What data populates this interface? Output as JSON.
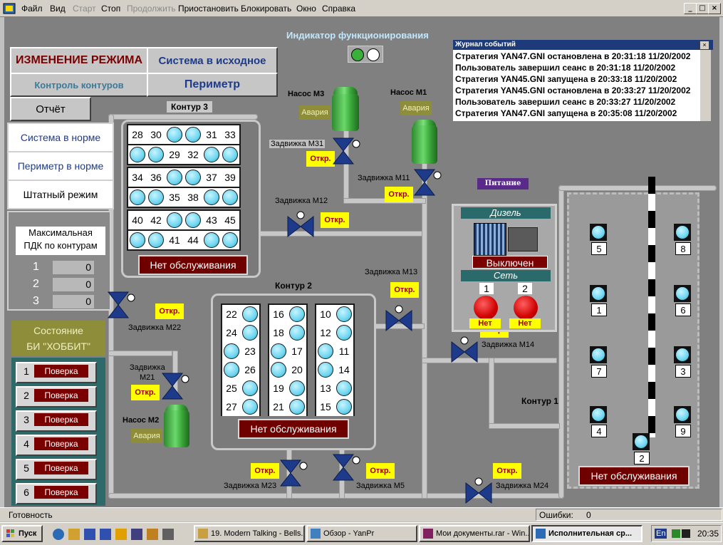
{
  "menubar": {
    "items": [
      {
        "label": "Файл",
        "disabled": false
      },
      {
        "label": "Вид",
        "disabled": false
      },
      {
        "label": "Старт",
        "disabled": true
      },
      {
        "label": "Стоп",
        "disabled": false
      },
      {
        "label": "Продолжить",
        "disabled": true
      },
      {
        "label": "Приостановить",
        "disabled": false
      },
      {
        "label": "Блокировать",
        "disabled": false
      },
      {
        "label": "Окно",
        "disabled": false
      },
      {
        "label": "Справка",
        "disabled": false
      }
    ],
    "window_buttons": [
      "_",
      "□",
      "×"
    ]
  },
  "buttons": {
    "mode_change": "ИЗМЕНЕНИЕ РЕЖИМА",
    "reset": "Система в исходное",
    "contour_control": "Контроль контуров",
    "perimeter": "Периметр",
    "report": "Отчёт"
  },
  "status": {
    "system_ok": "Система в норме",
    "perimeter_ok": "Периметр в норме",
    "regular_mode": "Штатный режим"
  },
  "pdk": {
    "title_line1": "Максимальная",
    "title_line2": "ПДК по контурам",
    "rows": [
      {
        "num": "1",
        "value": "0"
      },
      {
        "num": "2",
        "value": "0"
      },
      {
        "num": "3",
        "value": "0"
      }
    ]
  },
  "bi": {
    "title_line1": "Состояние",
    "title_line2": "БИ \"ХОББИТ\"",
    "rows": [
      {
        "num": "1",
        "label": "Поверка"
      },
      {
        "num": "2",
        "label": "Поверка"
      },
      {
        "num": "3",
        "label": "Поверка"
      },
      {
        "num": "4",
        "label": "Поверка"
      },
      {
        "num": "5",
        "label": "Поверка"
      },
      {
        "num": "6",
        "label": "Поверка"
      }
    ]
  },
  "indicator": {
    "label": "Индикатор функционирования"
  },
  "log": {
    "title": "Журнал событий",
    "close": "×",
    "lines": [
      "Стратегия YAN47.GNI остановлена в 20:31:18 11/20/2002",
      "Пользователь  завершил сеанс в 20:31:18 11/20/2002",
      "Стратегия YAN45.GNI запущена в 20:33:18 11/20/2002",
      "Стратегия YAN45.GNI остановлена в 20:33:27 11/20/2002",
      "Пользователь  завершил сеанс в 20:33:27 11/20/2002",
      "Стратегия YAN47.GNI запущена в 20:35:08 11/20/2002"
    ]
  },
  "pumps": {
    "m3": {
      "name": "Насос М3",
      "state": "Авария"
    },
    "m1": {
      "name": "Насос М1",
      "state": "Авария"
    },
    "m2": {
      "name": "Насос М2",
      "state": "Авария"
    }
  },
  "valves": {
    "m31": {
      "name": "Задвижка М31",
      "state": "Откр."
    },
    "m11": {
      "name": "Задвижка М11",
      "state": "Откр."
    },
    "m12": {
      "name": "Задвижка М12",
      "state": "Откр."
    },
    "m13": {
      "name": "Задвижка М13",
      "state": "Откр."
    },
    "m14": {
      "name": "Задвижка М14",
      "state": "Откр."
    },
    "m22": {
      "name": "Задвижка М22",
      "state": "Откр."
    },
    "m21_line1": "Задвижка",
    "m21_line2": "М21",
    "m21_state": "Откр.",
    "m23": {
      "name": "Задвижка М23",
      "state": "Откр."
    },
    "m5": {
      "name": "Задвижка М5",
      "state": "Откр."
    },
    "m24": {
      "name": "Задвижка М24",
      "state": "Откр."
    }
  },
  "contour3": {
    "title": "Контур 3",
    "status": "Нет обслуживания",
    "rows": [
      {
        "top": [
          "28",
          "30",
          "",
          "",
          "31",
          "33"
        ],
        "bottom": [
          "",
          "",
          "29",
          "32",
          "",
          ""
        ]
      },
      {
        "top": [
          "34",
          "36",
          "",
          "",
          "37",
          "39"
        ],
        "bottom": [
          "",
          "",
          "35",
          "38",
          "",
          ""
        ]
      },
      {
        "top": [
          "40",
          "42",
          "",
          "",
          "43",
          "45"
        ],
        "bottom": [
          "",
          "",
          "41",
          "44",
          "",
          ""
        ]
      }
    ]
  },
  "contour2": {
    "title": "Контур 2",
    "status": "Нет обслуживания",
    "columns": [
      [
        [
          "22",
          ""
        ],
        [
          "24",
          ""
        ],
        [
          "",
          "23"
        ],
        [
          "",
          "26"
        ],
        [
          "25",
          ""
        ],
        [
          "27",
          ""
        ]
      ],
      [
        [
          "16",
          ""
        ],
        [
          "18",
          ""
        ],
        [
          "",
          "17"
        ],
        [
          "",
          "20"
        ],
        [
          "19",
          ""
        ],
        [
          "21",
          ""
        ]
      ],
      [
        [
          "10",
          ""
        ],
        [
          "12",
          ""
        ],
        [
          "",
          "11"
        ],
        [
          "",
          "14"
        ],
        [
          "13",
          ""
        ],
        [
          "15",
          ""
        ]
      ]
    ]
  },
  "contour1": {
    "title": "Контур 1",
    "status": "Нет обслуживания",
    "sensors_left": [
      "5",
      "1",
      "7",
      "4"
    ],
    "sensors_right": [
      "8",
      "6",
      "3",
      "9"
    ],
    "sensor_bottom": "2"
  },
  "power": {
    "title": "Питание",
    "diesel": "Дизель",
    "diesel_state": "Выключен",
    "grid": "Сеть",
    "grid1": "1",
    "grid2": "2",
    "grid1_state": "Нет",
    "grid2_state": "Нет"
  },
  "statusbar": {
    "ready": "Готовность",
    "errors_label": "Ошибки:",
    "errors_value": "0"
  },
  "taskbar": {
    "start": "Пуск",
    "tasks": [
      "19. Modern Talking - Bells...",
      "Обзор - YanPr",
      "Мои документы.rar - Win...",
      "Исполнительная ср..."
    ],
    "tray_lang": "En",
    "clock": "20:35"
  }
}
